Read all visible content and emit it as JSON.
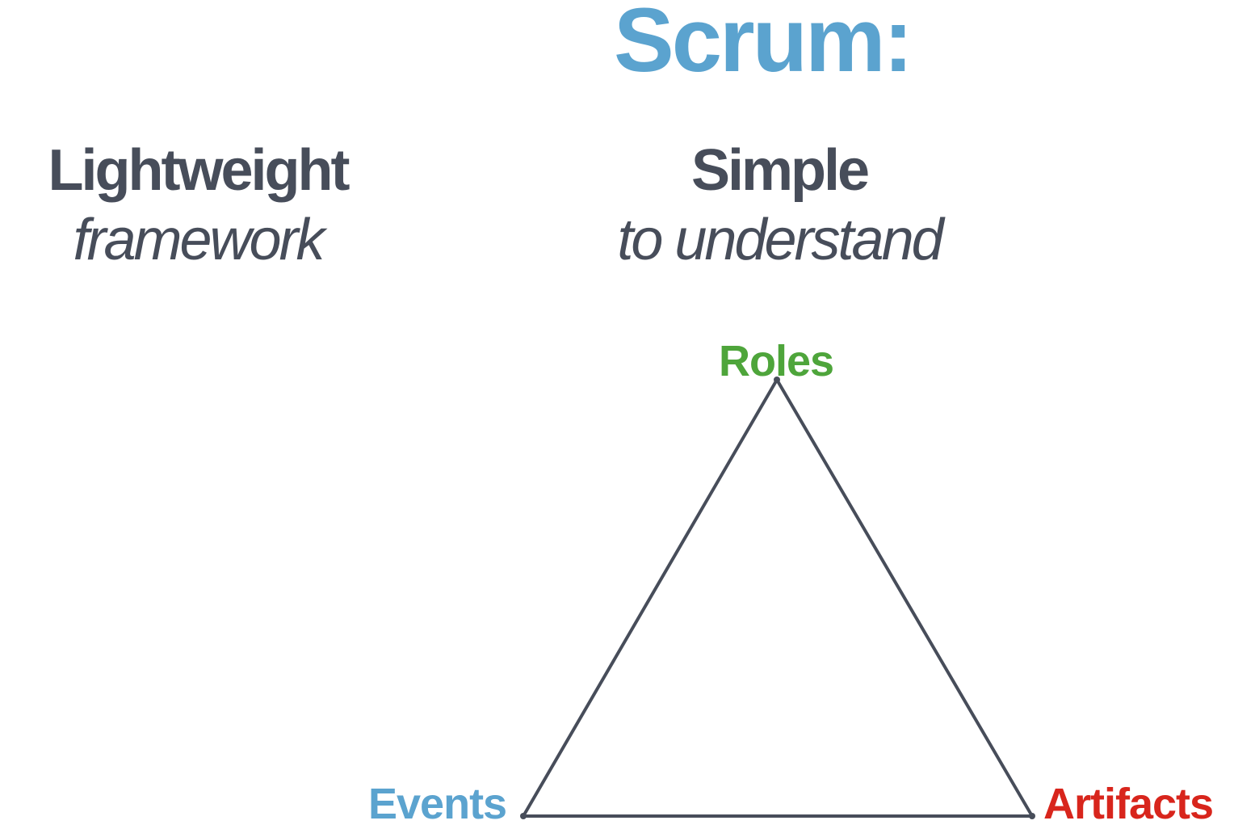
{
  "title": "Scrum:",
  "left_block": {
    "heading": "Lightweight",
    "subheading": "framework"
  },
  "right_block": {
    "heading": "Simple",
    "subheading": "to understand"
  },
  "triangle": {
    "top_label": "Roles",
    "bottom_left_label": "Events",
    "bottom_right_label": "Artifacts"
  },
  "colors": {
    "title": "#5ba3cf",
    "heading": "#474d5a",
    "subheading": "#474d5a",
    "roles": "#4ea53b",
    "events": "#5ba3cf",
    "artifacts": "#d8251c",
    "line": "#474d5a"
  }
}
